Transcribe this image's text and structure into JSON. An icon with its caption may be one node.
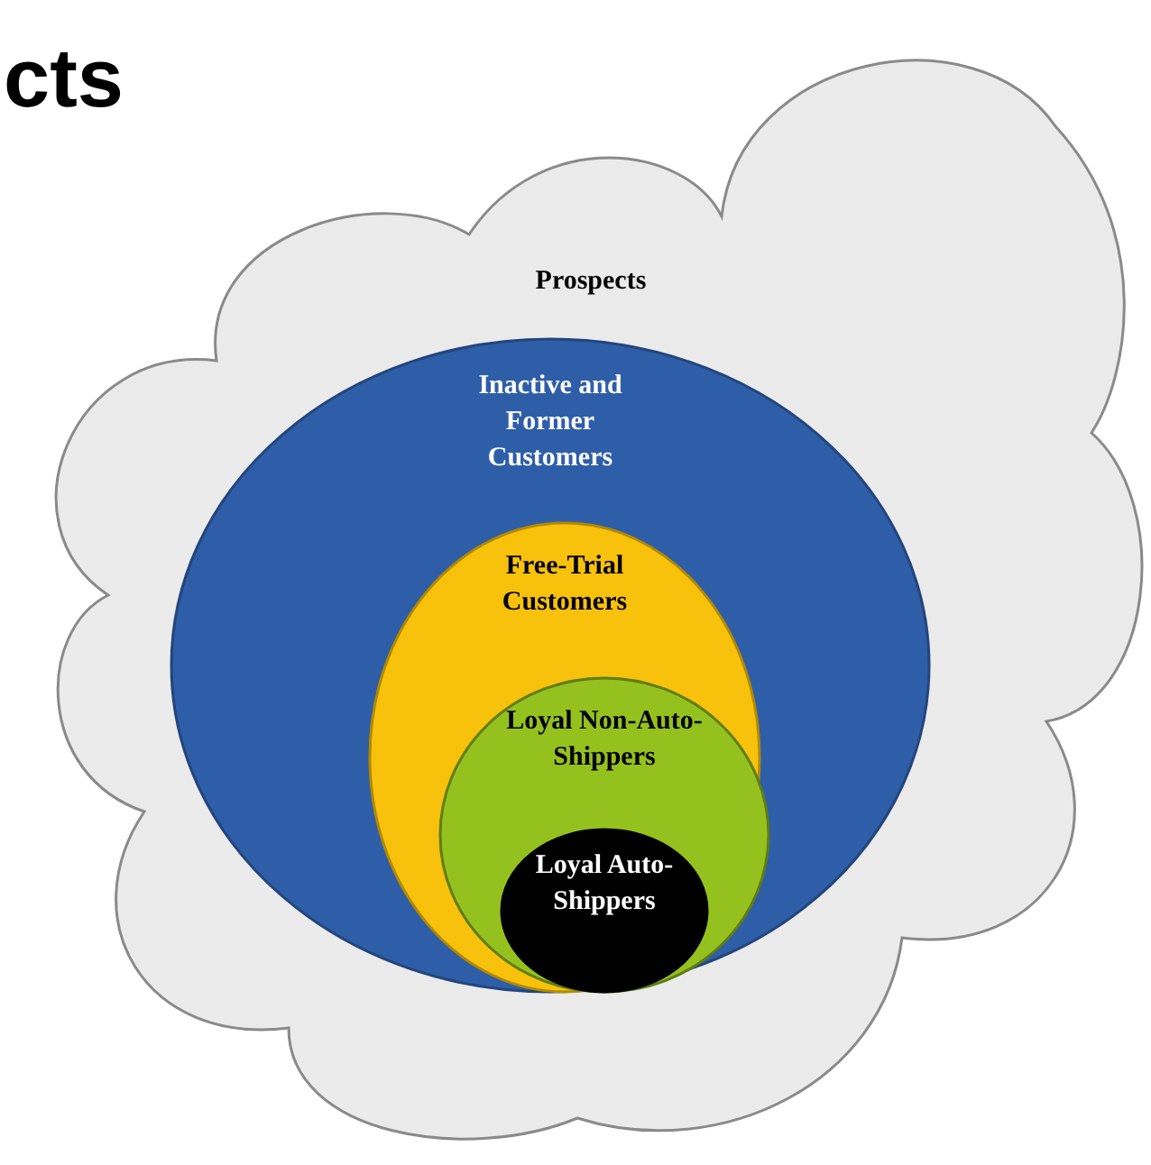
{
  "diagram": {
    "title": "cts",
    "nodes": [
      {
        "text": [
          "Prospects"
        ]
      },
      {
        "text": [
          "Inactive and Former Customers"
        ],
        "in": 0
      },
      {
        "text": [
          "Free-Trial Customers"
        ],
        "in": 1
      },
      {
        "text": [
          "Loyal Non-Auto-Shippers"
        ],
        "in": 2
      },
      {
        "text": [
          "Loyal Auto-Shippers"
        ],
        "in": 3
      }
    ]
  }
}
